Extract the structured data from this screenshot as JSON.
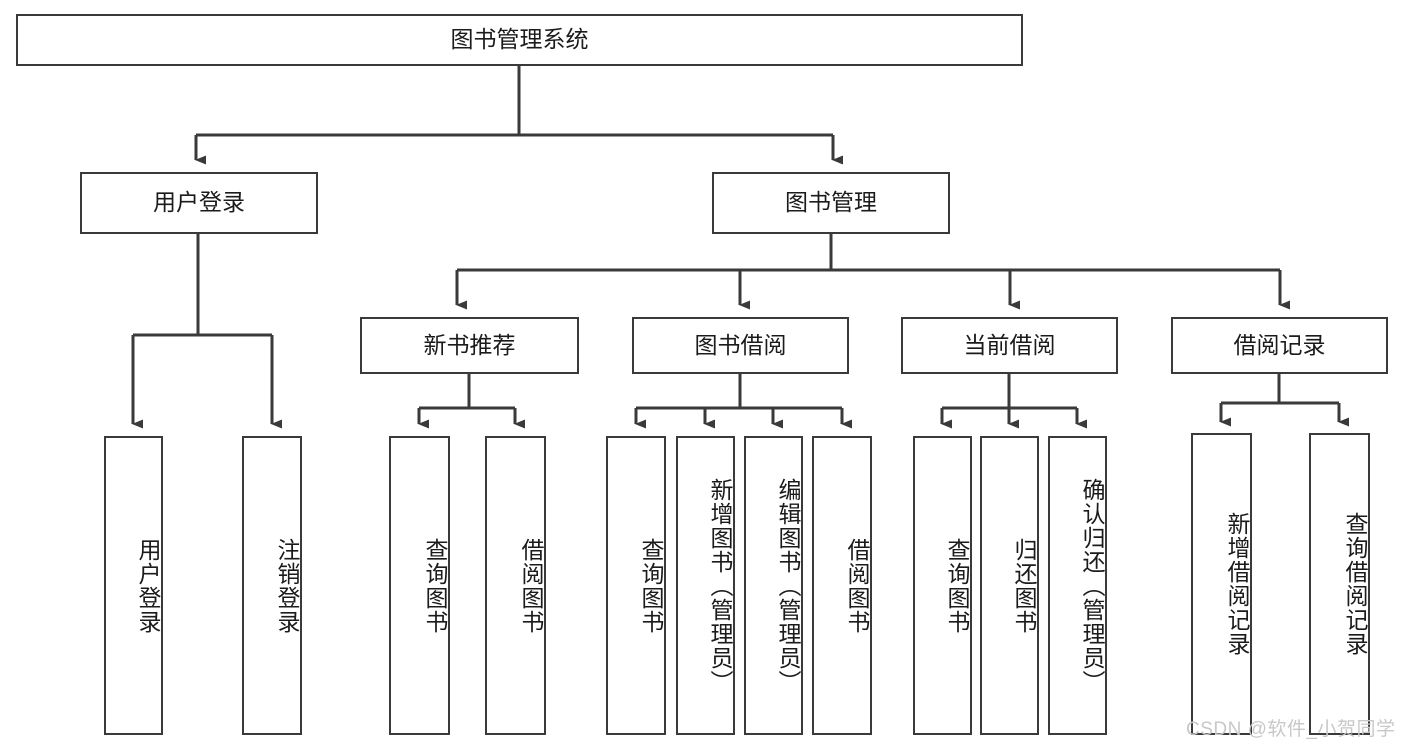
{
  "diagram": {
    "title_box": {
      "label": "图书管理系统"
    },
    "level2": [
      {
        "id": "user-login",
        "label": "用户登录"
      },
      {
        "id": "book-management",
        "label": "图书管理"
      }
    ],
    "level3": [
      {
        "id": "new-book-recommend",
        "label": "新书推荐"
      },
      {
        "id": "book-borrow",
        "label": "图书借阅"
      },
      {
        "id": "current-borrow",
        "label": "当前借阅"
      },
      {
        "id": "borrow-record",
        "label": "借阅记录"
      }
    ],
    "leaves": {
      "user_login": [
        {
          "id": "leaf-user-login",
          "label": "用户登录"
        },
        {
          "id": "leaf-logout",
          "label": "注销登录"
        }
      ],
      "new_book_recommend": [
        {
          "id": "leaf-query-book-1",
          "label": "查询图书"
        },
        {
          "id": "leaf-borrow-book-1",
          "label": "借阅图书"
        }
      ],
      "book_borrow": [
        {
          "id": "leaf-query-book-2",
          "label": "查询图书"
        },
        {
          "id": "leaf-add-book",
          "label": "新增图书（管理员）"
        },
        {
          "id": "leaf-edit-book",
          "label": "编辑图书（管理员）"
        },
        {
          "id": "leaf-borrow-book-2",
          "label": "借阅图书"
        }
      ],
      "current_borrow": [
        {
          "id": "leaf-query-book-3",
          "label": "查询图书"
        },
        {
          "id": "leaf-return-book",
          "label": "归还图书"
        },
        {
          "id": "leaf-confirm-return",
          "label": "确认归还（管理员）"
        }
      ],
      "borrow_record": [
        {
          "id": "leaf-add-record",
          "label": "新增借阅记录"
        },
        {
          "id": "leaf-query-record",
          "label": "查询借阅记录"
        }
      ]
    }
  },
  "watermark": {
    "text": "CSDN @软件_小贺同学"
  },
  "colors": {
    "stroke": "#3a3a3a",
    "text": "#1b1b1b",
    "background": "#ffffff",
    "watermark": "#c8c8c8"
  }
}
